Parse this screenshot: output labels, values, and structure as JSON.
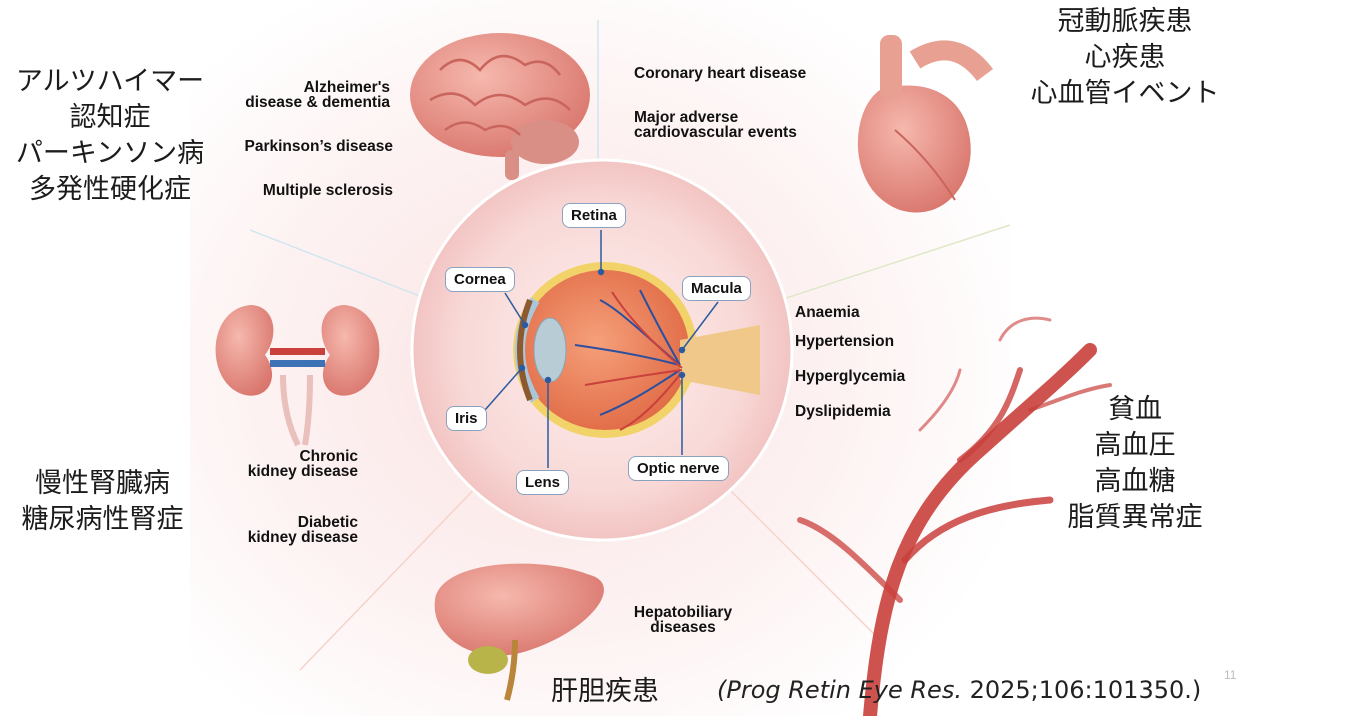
{
  "jp_labels": {
    "neuro": [
      "アルツハイマー",
      "認知症",
      "パーキンソン病",
      "多発性硬化症"
    ],
    "cardiac": [
      "冠動脈疾患",
      "心疾患",
      "心血管イベント"
    ],
    "vascular": [
      "貧血",
      "高血圧",
      "高血糖",
      "脂質異常症"
    ],
    "renal": [
      "慢性腎臓病",
      "糖尿病性腎症"
    ],
    "hepatic": "肝胆疾患"
  },
  "en_labels": {
    "alzheimer": [
      "Alzheimer's",
      "disease & dementia"
    ],
    "parkinson": "Parkinson’s disease",
    "ms": "Multiple sclerosis",
    "coronary": "Coronary heart disease",
    "mace": [
      "Major adverse",
      "cardiovascular events"
    ],
    "anaemia": "Anaemia",
    "hypertension": "Hypertension",
    "hyperglycemia": "Hyperglycemia",
    "dyslipidemia": "Dyslipidemia",
    "ckd": [
      "Chronic",
      "kidney disease"
    ],
    "dkd": [
      "Diabetic",
      "kidney disease"
    ],
    "hepatobiliary": [
      "Hepatobiliary",
      "diseases"
    ]
  },
  "eye_parts": {
    "retina": "Retina",
    "cornea": "Cornea",
    "macula": "Macula",
    "iris": "Iris",
    "lens": "Lens",
    "optic_nerve": "Optic nerve"
  },
  "citation": {
    "journal": "(Prog Retin Eye Res.",
    "rest": " 2025;106:101350.)"
  },
  "page_number": "11",
  "colors": {
    "segment_bg": "#fbeeee",
    "circle_fill": "#f8d6d6",
    "organ": "#e9948b",
    "vessel": "#c9403c",
    "tag_border": "#8aa2c0",
    "leader": "#2c5aa0"
  }
}
